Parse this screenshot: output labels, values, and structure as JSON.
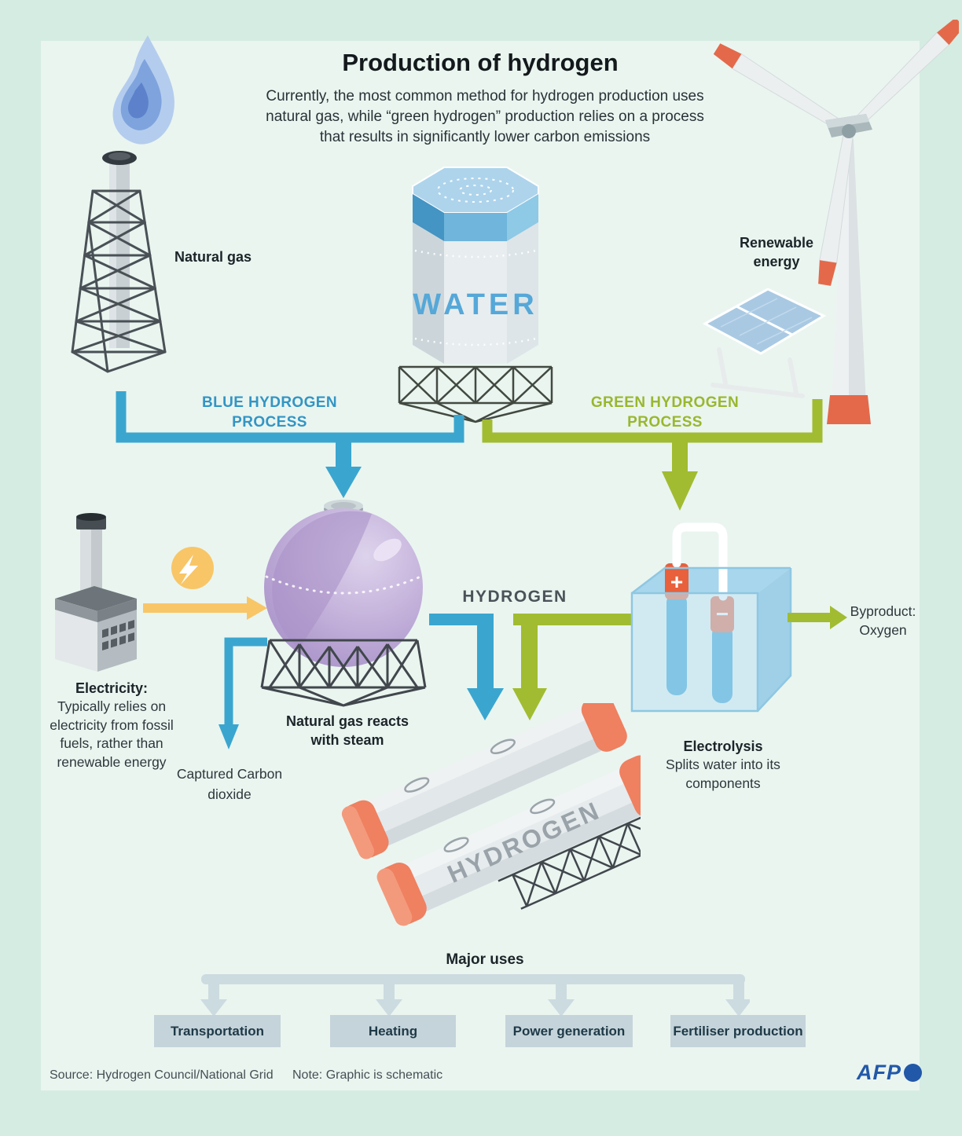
{
  "header": {
    "title": "Production of hydrogen",
    "subtitle_lines": [
      "Currently, the most common method for hydrogen production uses",
      "natural gas, while “green hydrogen” production relies on a process",
      "that results in significantly lower carbon emissions"
    ]
  },
  "sources": {
    "natural_gas_label": "Natural gas",
    "water_tank_text": "WATER",
    "renewable_label": "Renewable energy"
  },
  "processes": {
    "blue_label": "BLUE HYDROGEN PROCESS",
    "green_label": "GREEN HYDROGEN PROCESS"
  },
  "blue_path": {
    "electricity_title": "Electricity:",
    "electricity_body": "Typically relies on electricity from fossil fuels, rather than renewable energy",
    "reactor_label": "Natural gas reacts with steam",
    "captured_label": "Captured Carbon dioxide"
  },
  "green_path": {
    "electrolysis_title": "Electrolysis",
    "electrolysis_body": "Splits water into its components",
    "byproduct_label": "Byproduct: Oxygen",
    "anode_symbol": "+",
    "cathode_symbol": "−"
  },
  "output": {
    "hydrogen_label": "HYDROGEN",
    "tank_text": "HYDROGEN",
    "major_uses_title": "Major uses",
    "uses": [
      "Transportation",
      "Heating",
      "Power generation",
      "Fertiliser production"
    ]
  },
  "footer": {
    "source": "Source: Hydrogen Council/National Grid",
    "note": "Note: Graphic is schematic",
    "logo": "AFP"
  },
  "colors": {
    "blue": "#3aa6cf",
    "green": "#a1bc30",
    "yellow": "#f8c667",
    "orange": "#e8674a",
    "purple": "#b9a3d3",
    "background": "#d5ece2",
    "panel": "#eaf5f0",
    "use_box": "#c5d4da",
    "gray_bracket": "#ccdbe0",
    "afp_blue": "#2258a8"
  }
}
